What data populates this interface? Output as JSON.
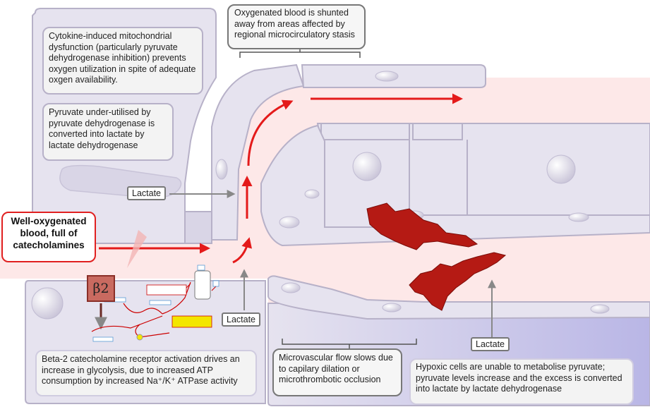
{
  "callouts": {
    "cytokine": "Cytokine-induced mitochondrial dysfunction (particularly pyruvate dehydrogenase inhibition) prevents oxygen utilization in spite of adequate oxgen availability.",
    "pyruvate_underutilised": "Pyruvate under-utilised by pyruvate dehydrogenase is converted into lactate by lactate dehydrogenase",
    "oxygenated_shunted": "Oxygenated blood is shunted away from areas affected by regional microcirculatory stasis",
    "well_oxygenated": "Well-oxygenated blood, full of catecholamines",
    "beta2_activation": "Beta-2 catecholamine receptor activation drives an increase in glycolysis, due to increased ATP consumption by increased Na⁺/K⁺ ATPase activity",
    "microvascular": "Microvascular flow slows due to capilary dilation  or microthrombotic occlusion",
    "hypoxic": "Hypoxic cells are unable to metabolise pyruvate; pyruvate levels increase and the excess is converted into lactate by lactate dehydrogenase"
  },
  "labels": {
    "lactate_left": "Lactate",
    "lactate_center": "Lactate",
    "lactate_right": "Lactate",
    "beta2": "β2"
  },
  "colors": {
    "cell_fill": "#e6e3ef",
    "cell_stroke": "#b7b1c8",
    "blood_flow": "#fde3e3",
    "arrow_red": "#e41a1a",
    "thrombus": "#b51a14",
    "callout_dark_border": "#777777",
    "callout_red_border": "#e02020"
  }
}
